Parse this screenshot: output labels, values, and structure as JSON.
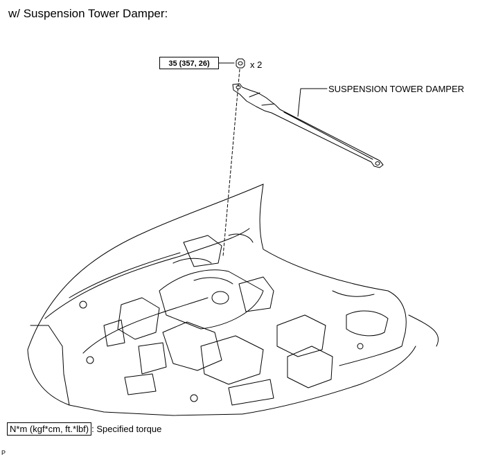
{
  "title": "w/ Suspension Tower Damper:",
  "torque_spec": "35 (357, 26)",
  "quantity": "x 2",
  "part_label": "SUSPENSION TOWER DAMPER",
  "legend": {
    "unit_box": "N*m (kgf*cm, ft.*lbf)",
    "description": ": Specified torque"
  },
  "illustration_code": "P"
}
